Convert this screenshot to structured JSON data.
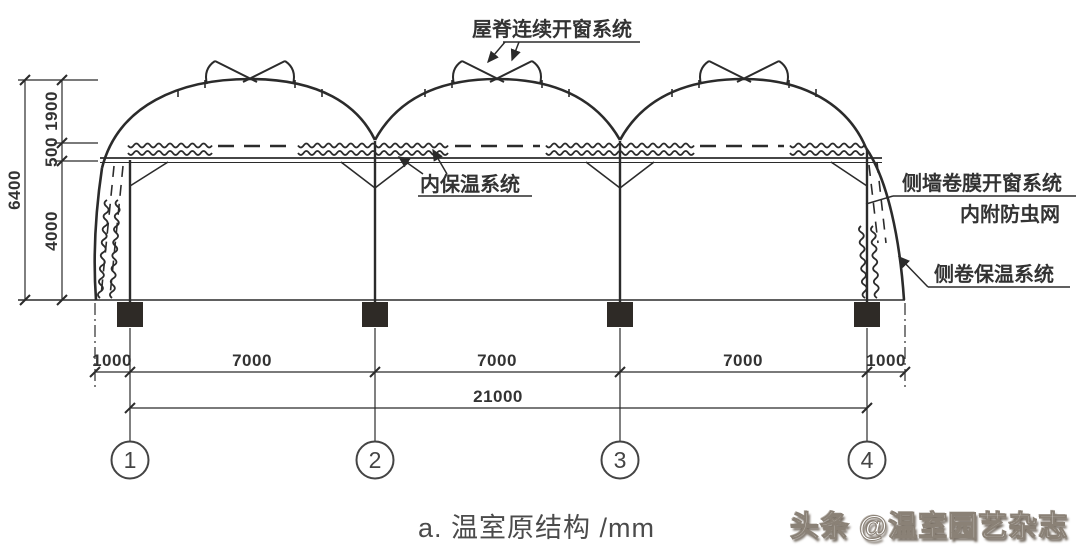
{
  "labels": {
    "ridge_window": "屋脊连续开窗系统",
    "inner_insulation": "内保温系统",
    "side_wall_window": "侧墙卷膜开窗系统",
    "insect_net": "内附防虫网",
    "side_roll_insulation": "侧卷保温系统"
  },
  "dimensions": {
    "total_height": "6400",
    "roof_rise": "1900",
    "truss_depth": "500",
    "wall_height": "4000",
    "overhang_left": "1000",
    "bay1": "7000",
    "bay2": "7000",
    "bay3": "7000",
    "overhang_right": "1000",
    "total_span": "21000"
  },
  "axes": {
    "a1": "1",
    "a2": "2",
    "a3": "3",
    "a4": "4"
  },
  "caption": "a. 温室原结构 /mm",
  "watermark": "头条 @温室园艺杂志",
  "colors": {
    "line": "#2b2b2b",
    "text": "#3a3a3a",
    "footing": "#2e2a26"
  }
}
